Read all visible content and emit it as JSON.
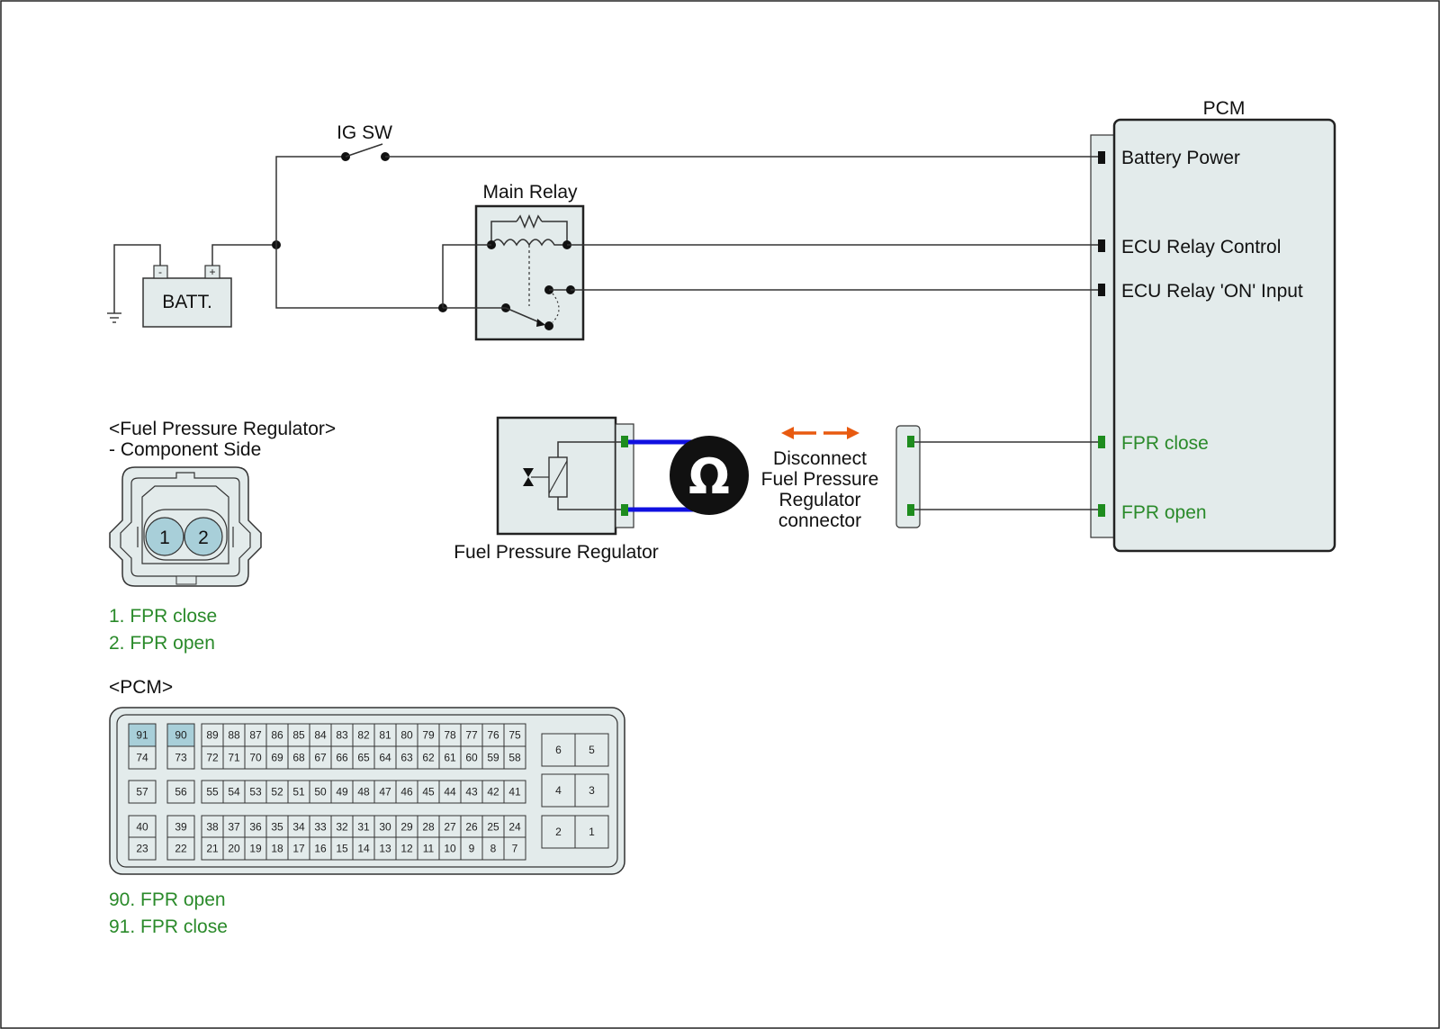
{
  "labels": {
    "pcm": "PCM",
    "ig_sw": "IG SW",
    "main_relay": "Main Relay",
    "batt": "BATT.",
    "batt_neg": "-",
    "batt_pos": "+",
    "battery_power": "Battery Power",
    "ecu_relay_control": "ECU Relay Control",
    "ecu_relay_on_input": "ECU Relay 'ON' Input",
    "fpr_close": "FPR close",
    "fpr_open": "FPR open",
    "fpr_component": "Fuel Pressure Regulator",
    "ohm": "Ω",
    "disconnect": [
      "Disconnect",
      "Fuel Pressure",
      "Regulator",
      "connector"
    ]
  },
  "component_view": {
    "title_line1": "<Fuel Pressure Regulator>",
    "title_line2": "- Component Side",
    "pin1": "1",
    "pin2": "2",
    "legend1": "1. FPR close",
    "legend2": "2. FPR open"
  },
  "pcm_view": {
    "title": "<PCM>",
    "row1": [
      "89",
      "88",
      "87",
      "86",
      "85",
      "84",
      "83",
      "82",
      "81",
      "80",
      "79",
      "78",
      "77",
      "76",
      "75"
    ],
    "row2": [
      "72",
      "71",
      "70",
      "69",
      "68",
      "67",
      "66",
      "65",
      "64",
      "63",
      "62",
      "61",
      "60",
      "59",
      "58"
    ],
    "row3": [
      "55",
      "54",
      "53",
      "52",
      "51",
      "50",
      "49",
      "48",
      "47",
      "46",
      "45",
      "44",
      "43",
      "42",
      "41"
    ],
    "row4": [
      "38",
      "37",
      "36",
      "35",
      "34",
      "33",
      "32",
      "31",
      "30",
      "29",
      "28",
      "27",
      "26",
      "25",
      "24"
    ],
    "row5": [
      "21",
      "20",
      "19",
      "18",
      "17",
      "16",
      "15",
      "14",
      "13",
      "12",
      "11",
      "10",
      "9",
      "8",
      "7"
    ],
    "col1": [
      "91",
      "74",
      "57",
      "40",
      "23"
    ],
    "col2": [
      "90",
      "73",
      "56",
      "39",
      "22"
    ],
    "right_blocks": [
      [
        "6",
        "5"
      ],
      [
        "4",
        "3"
      ],
      [
        "2",
        "1"
      ]
    ],
    "highlight": [
      "91",
      "90"
    ],
    "legend1": "90. FPR open",
    "legend2": "91. FPR close"
  },
  "colors": {
    "highlight": "#a8cfd9",
    "pin_green": "#1e8c1e",
    "label_green": "#2a8a2a",
    "probe_wire": "#1010e0",
    "arrow": "#e85a10",
    "box_fill": "#e3ebeb"
  }
}
